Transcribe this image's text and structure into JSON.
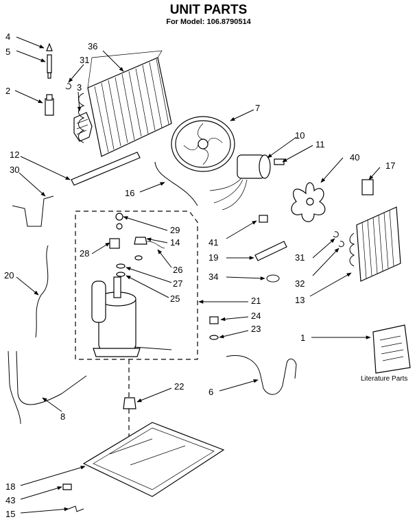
{
  "header": {
    "title": "UNIT PARTS",
    "subtitle": "For Model: 106.8790514"
  },
  "labels": {
    "n1": "1",
    "n2": "2",
    "n3": "3",
    "n4": "4",
    "n5": "5",
    "n6": "6",
    "n7": "7",
    "n8": "8",
    "n10": "10",
    "n11": "11",
    "n12": "12",
    "n13": "13",
    "n14": "14",
    "n15": "15",
    "n16": "16",
    "n17": "17",
    "n18": "18",
    "n19": "19",
    "n20": "20",
    "n21": "21",
    "n22": "22",
    "n23": "23",
    "n24": "24",
    "n25": "25",
    "n26": "26",
    "n27": "27",
    "n28": "28",
    "n29": "29",
    "n30": "30",
    "n31a": "31",
    "n31b": "31",
    "n32": "32",
    "n34": "34",
    "n36": "36",
    "n40": "40",
    "n41": "41",
    "n43": "43",
    "literature": "Literature Parts"
  }
}
